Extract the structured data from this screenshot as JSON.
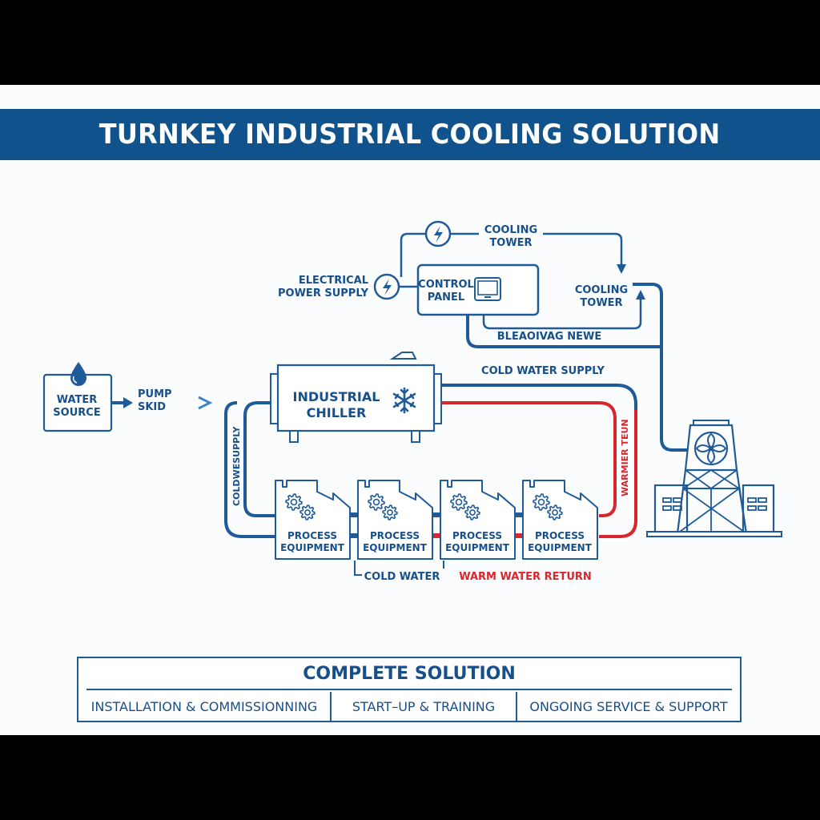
{
  "title": "TURNKEY INDUSTRIAL COOLING SOLUTION",
  "colors": {
    "primary_blue": "#10528c",
    "line_blue": "#1f5b98",
    "warm_red": "#d8262e",
    "background": "#fbfcfd",
    "letterbox": "#000000"
  },
  "components": {
    "water_source": {
      "line1": "WATER",
      "line2": "SOURCE",
      "icon": "water-drop-icon"
    },
    "pump_skid": {
      "line1": "PUMP",
      "line2": "SKID"
    },
    "industrial_chiller": {
      "line1": "INDUSTRIAL",
      "line2": "CHILLER",
      "icon": "snowflake-icon"
    },
    "control_panel": {
      "line1": "CONTROL",
      "line2": "PANEL",
      "icon": "monitor-icon"
    },
    "electrical_power_supply": {
      "line1": "ELECTRICAL",
      "line2": "POWER SUPPLY",
      "icon": "lightning-bolt-icon"
    },
    "cooling_tower_top_label": {
      "line1": "COOLING",
      "line2": "TOWER",
      "icon": "lightning-bolt-icon"
    },
    "cooling_tower_right_label": {
      "line1": "COOLING",
      "line2": "TOWER"
    },
    "cooling_tower_structure": {
      "icon": "cooling-tower-fan-icon"
    },
    "process_equipment": [
      {
        "line1": "PROCESS",
        "line2": "EQUIPMENT",
        "icon": "gears-icon"
      },
      {
        "line1": "PROCESS",
        "line2": "EQUIPMENT",
        "icon": "gears-icon"
      },
      {
        "line1": "PROCESS",
        "line2": "EQUIPMENT",
        "icon": "gears-icon"
      },
      {
        "line1": "PROCESS",
        "line2": "EQUIPMENT",
        "icon": "gears-icon"
      }
    ]
  },
  "flow_labels": {
    "bleed_line": "BLEAOIVAG NEWE",
    "cold_water_supply": "COLD WATER SUPPLY",
    "cold_supply_vertical": "COLDWESUPPLY",
    "warm_return_vertical": "WARMIER TEUN",
    "cold_water": "COLD WATER",
    "warm_water_return": "WARM WATER RETURN"
  },
  "complete_solution": {
    "heading": "COMPLETE SOLUTION",
    "items": [
      "INSTALLATION & COMMISSIONNING",
      "START–UP & TRAINING",
      "ONGOING SERVICE & SUPPORT"
    ]
  }
}
